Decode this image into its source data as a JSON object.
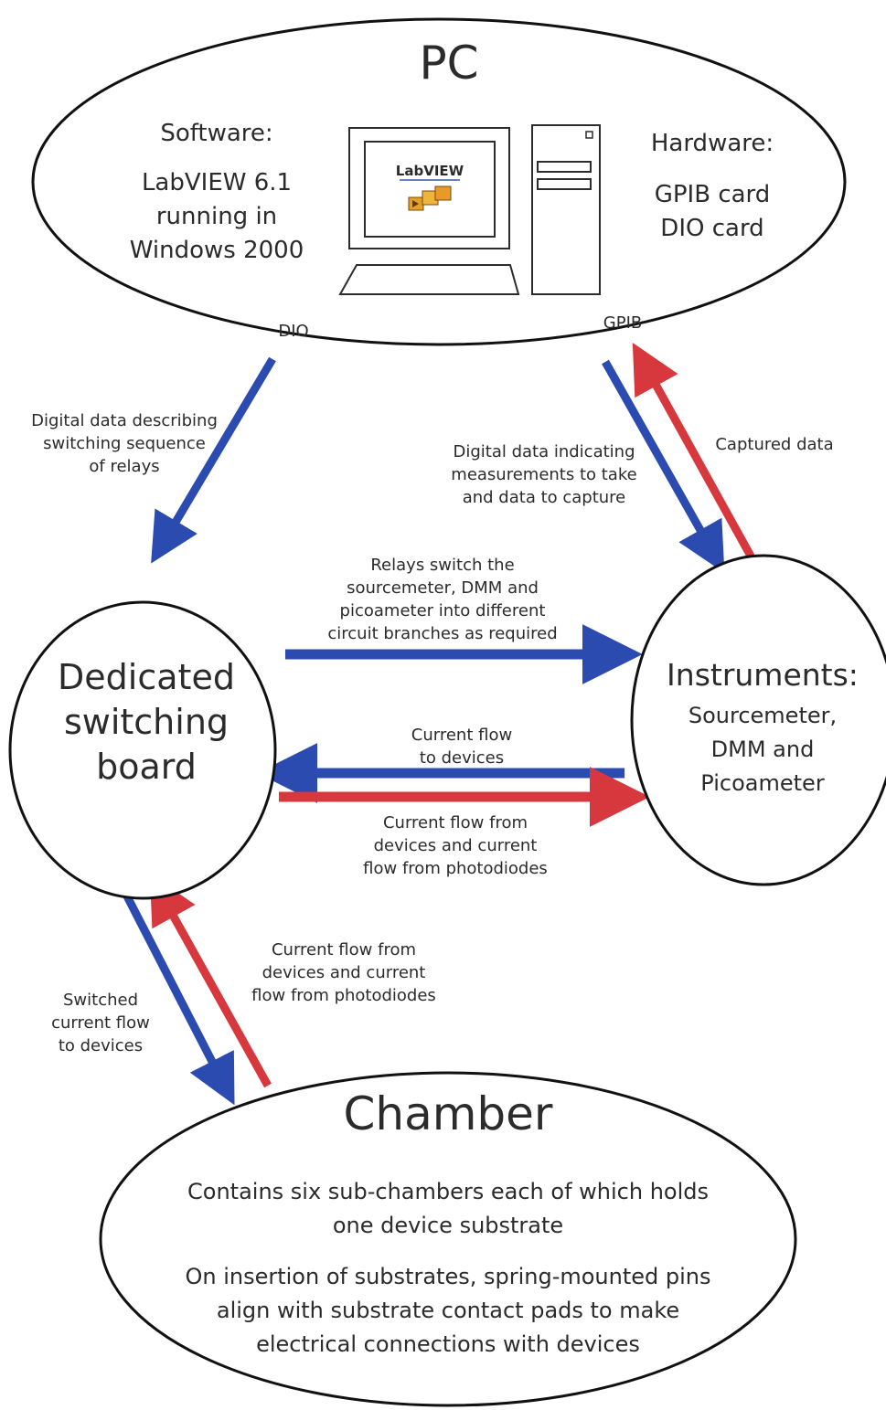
{
  "pc": {
    "title": "PC",
    "software_heading": "Software:",
    "software_lines": [
      "LabVIEW 6.1",
      "running in",
      "Windows 2000"
    ],
    "hardware_heading": "Hardware:",
    "hardware_lines": [
      "GPIB card",
      "DIO card"
    ],
    "screen_logo": "LabVIEW",
    "port_dio": "DIO",
    "port_gpib": "GPIB"
  },
  "switching_board": {
    "lines": [
      "Dedicated",
      "switching",
      "board"
    ]
  },
  "instruments": {
    "title": "Instruments:",
    "lines": [
      "Sourcemeter,",
      "DMM and",
      "Picoameter"
    ]
  },
  "chamber": {
    "title": "Chamber",
    "lines": [
      "Contains six sub-chambers each of which holds",
      "one device substrate",
      "On insertion of substrates, spring-mounted pins",
      "align with substrate contact pads to make",
      "electrical connections with devices"
    ]
  },
  "labels": {
    "dio_data": [
      "Digital data describing",
      "switching sequence",
      "of relays"
    ],
    "gpib_data": [
      "Digital data indicating",
      "measurements to take",
      "and data to capture"
    ],
    "captured": [
      "Captured data"
    ],
    "relays": [
      "Relays switch the",
      "sourcemeter, DMM and",
      "picoameter into different",
      "circuit branches as required"
    ],
    "current_to": [
      "Current flow",
      "to devices"
    ],
    "current_from": [
      "Current flow from",
      "devices and current",
      "flow from photodiodes"
    ],
    "switched": [
      "Switched",
      "current flow",
      "to devices"
    ],
    "chamber_return": [
      "Current flow from",
      "devices and current",
      "flow from photodiodes"
    ]
  },
  "colors": {
    "blue_arrow": "#2c4bb0",
    "red_arrow": "#d7383d"
  }
}
